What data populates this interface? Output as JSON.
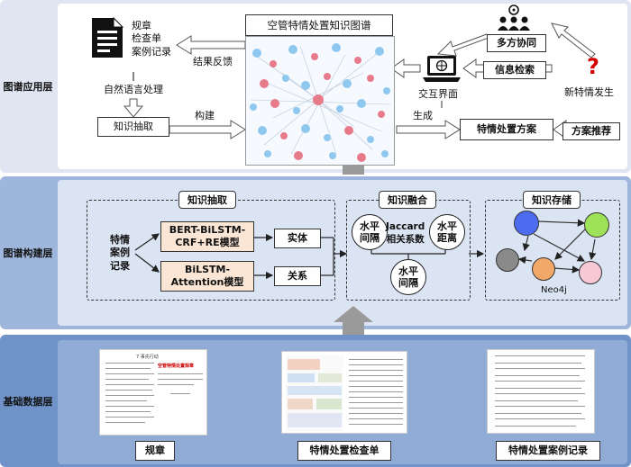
{
  "layers": {
    "application": {
      "label": "图谱应用层"
    },
    "construction": {
      "label": "图谱构建层"
    },
    "foundation": {
      "label": "基础数据层"
    }
  },
  "app": {
    "kg_title": "空管特情处置知识图谱",
    "doc_records": "规章\n检查单\n案例记录",
    "nlp": "自然语言处理",
    "extraction": "知识抽取",
    "build": "构建",
    "feedback": "结果反馈",
    "interface": "交互界面",
    "collab": "多方协同",
    "search": "信息检索",
    "new_event": "新特情发生",
    "generate": "生成",
    "plan": "特情处置方案",
    "recommend": "方案推荐"
  },
  "build": {
    "extraction_title": "知识抽取",
    "records": "特情\n案例\n记录",
    "model1": "BERT-BiLSTM-\nCRF+RE模型",
    "model2": "BiLSTM-\nAttention模型",
    "entity": "实体",
    "relation": "关系",
    "fusion_title": "知识融合",
    "c1": "水平\n间隔",
    "c2": "水平\n距离",
    "c3": "水平\n间隔",
    "jaccard": "Jaccard\n相关系数",
    "storage_title": "知识存储",
    "neo4j": "Neo4j"
  },
  "foundation": {
    "doc1": "规章",
    "doc2": "特情处置检查单",
    "doc3": "特情处置案例记录",
    "doc1_title": "7 事先行动",
    "doc1_red": "空管特情处置规章"
  },
  "colors": {
    "app_bg": "#dfe6f1",
    "build_bg": "#9fb6dc",
    "found_bg": "#6f93c9",
    "node_blue": "#4d6cf0",
    "node_green": "#9ee25a",
    "node_grey": "#8a8a8a",
    "node_orange": "#f2a868",
    "node_pink": "#f8c8d6"
  }
}
